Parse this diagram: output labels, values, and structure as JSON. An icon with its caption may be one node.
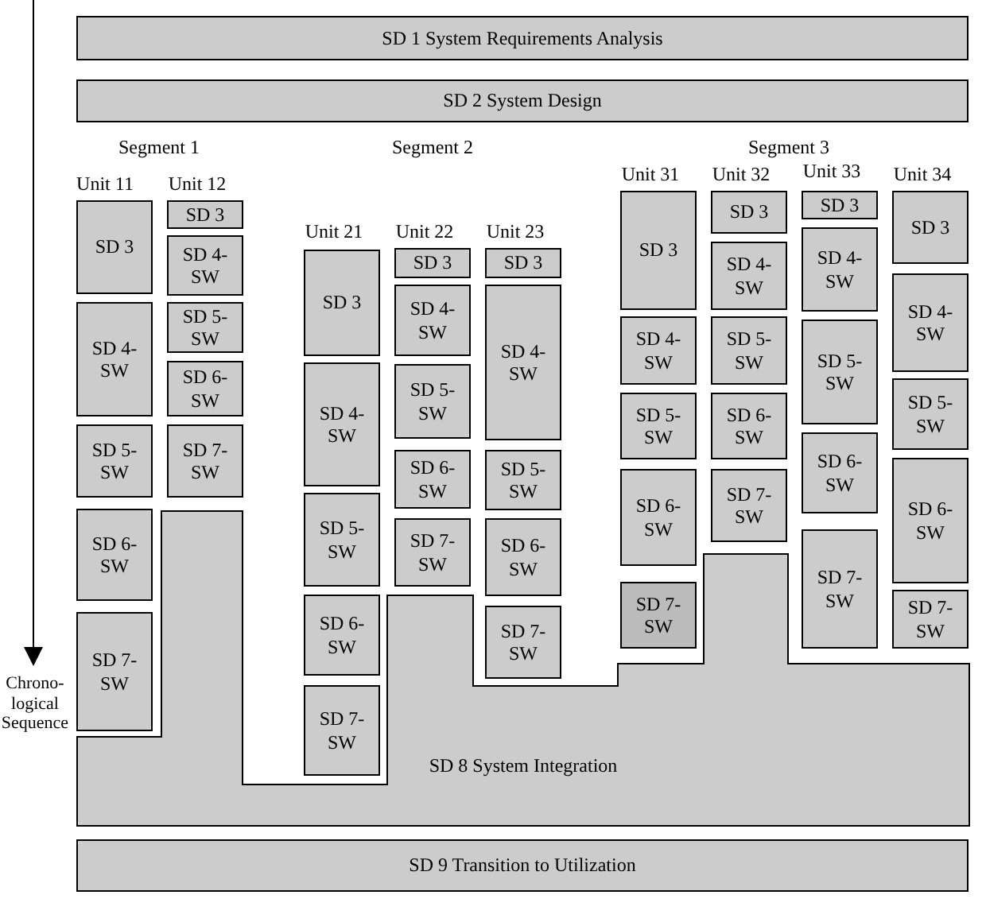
{
  "diagram": {
    "nodes": [
      {
        "text": [
          "SD 1 System Requirements Analysis"
        ]
      },
      {
        "text": [
          "SD 2 System Design"
        ]
      },
      {
        "text": [
          "SD 3"
        ]
      },
      {
        "text": [
          "SD 4-SW"
        ]
      },
      {
        "text": [
          "SD 5-SW"
        ]
      },
      {
        "text": [
          "SD 6-SW"
        ]
      },
      {
        "text": [
          "SD 7-SW"
        ]
      },
      {
        "text": [
          "SD 3"
        ]
      },
      {
        "text": [
          "SD 4-SW"
        ]
      },
      {
        "text": [
          "SD 5-SW"
        ]
      },
      {
        "text": [
          "SD 6-SW"
        ]
      },
      {
        "text": [
          "SD 7-SW"
        ]
      },
      {
        "text": [
          "SD 3"
        ]
      },
      {
        "text": [
          "SD 4-SW"
        ]
      },
      {
        "text": [
          "SD 5-SW"
        ]
      },
      {
        "text": [
          "SD 6-SW"
        ]
      },
      {
        "text": [
          "SD 7-SW"
        ]
      },
      {
        "text": [
          "SD 3"
        ]
      },
      {
        "text": [
          "SD 4-SW"
        ]
      },
      {
        "text": [
          "SD 5-SW"
        ]
      },
      {
        "text": [
          "SD 6-SW"
        ]
      },
      {
        "text": [
          "SD 7-SW"
        ]
      },
      {
        "text": [
          "SD 3"
        ]
      },
      {
        "text": [
          "SD 4-SW"
        ]
      },
      {
        "text": [
          "SD 5-SW"
        ]
      },
      {
        "text": [
          "SD 6-SW"
        ]
      },
      {
        "text": [
          "SD 7-SW"
        ]
      },
      {
        "text": [
          "SD 3"
        ]
      },
      {
        "text": [
          "SD 4-SW"
        ]
      },
      {
        "text": [
          "SD 5-SW"
        ]
      },
      {
        "text": [
          "SD 6-SW"
        ]
      },
      {
        "text": [
          "SD 7-SW"
        ]
      },
      {
        "text": [
          "SD 3"
        ]
      },
      {
        "text": [
          "SD 4-SW"
        ]
      },
      {
        "text": [
          "SD 5-SW"
        ]
      },
      {
        "text": [
          "SD 6-SW"
        ]
      },
      {
        "text": [
          "SD 7-SW"
        ]
      },
      {
        "text": [
          "SD 3"
        ]
      },
      {
        "text": [
          "SD 4-SW"
        ]
      },
      {
        "text": [
          "SD 5-SW"
        ]
      },
      {
        "text": [
          "SD 6-SW"
        ]
      },
      {
        "text": [
          "SD 7-SW"
        ]
      },
      {
        "text": [
          "SD 3"
        ]
      },
      {
        "text": [
          "SD 4-SW"
        ]
      },
      {
        "text": [
          "SD 5-SW"
        ]
      },
      {
        "text": [
          "SD 6-SW"
        ]
      },
      {
        "text": [
          "SD 7-SW"
        ]
      },
      {
        "text": [
          "SD 8 System Integration"
        ]
      },
      {
        "text": [
          "SD 9 Transition to Utilization"
        ]
      }
    ],
    "labels": [
      "Segment 1",
      "Segment 2",
      "Segment 3",
      "Unit 11",
      "Unit 12",
      "Unit 21",
      "Unit 22",
      "Unit 23",
      "Unit 31",
      "Unit 32",
      "Unit 33",
      "Unit 34",
      "Chrono-logical Sequence"
    ]
  }
}
